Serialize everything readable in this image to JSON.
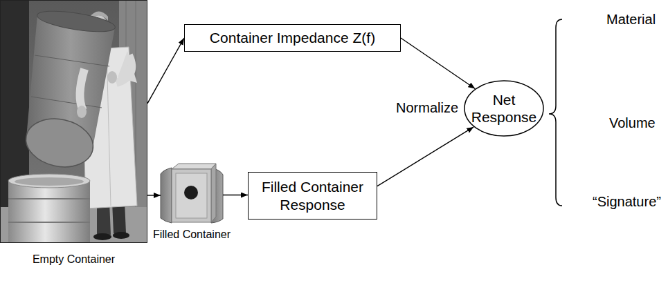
{
  "diagram": {
    "nodes": [
      {
        "text": [
          "Empty Container"
        ]
      },
      {
        "text": [
          "Container Impedance Z(f)"
        ]
      },
      {
        "text": [
          "Filled Container"
        ]
      },
      {
        "text": [
          "Filled Container Response"
        ]
      },
      {
        "text": [
          "Net Response"
        ]
      }
    ],
    "edges": [
      {
        "from": 0,
        "to": 1,
        "arrow": "to"
      },
      {
        "from": 0,
        "to": 2,
        "arrow": "to"
      },
      {
        "from": 2,
        "to": 3,
        "arrow": "to"
      },
      {
        "from": 1,
        "to": 4,
        "arrow": "to"
      },
      {
        "from": 3,
        "to": 4,
        "arrow": "to"
      }
    ],
    "labels": [
      "Normalize",
      "Material",
      "Volume",
      "“Signature”"
    ]
  }
}
